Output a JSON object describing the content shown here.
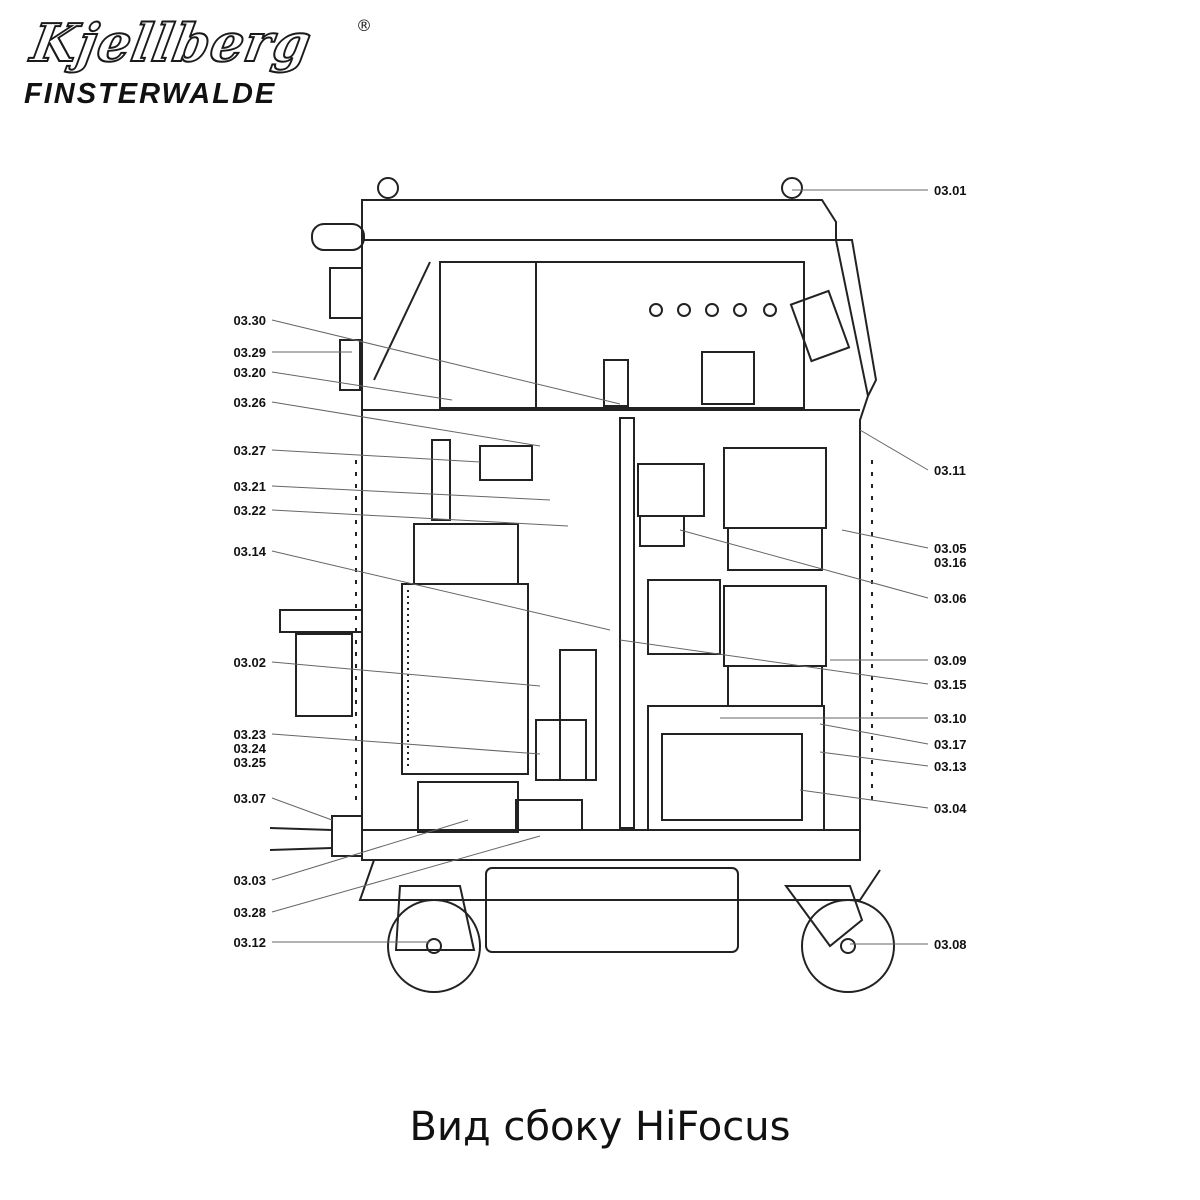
{
  "logo": {
    "brand": "Kjellberg",
    "registered": "®",
    "location": "FINSTERWALDE"
  },
  "caption": "Вид сбоку HiFocus",
  "callouts_left": [
    "03.30",
    "03.29",
    "03.20",
    "03.26",
    "03.27",
    "03.21",
    "03.22",
    "03.14",
    "03.02",
    "03.23",
    "03.24",
    "03.25",
    "03.07",
    "03.03",
    "03.28",
    "03.12"
  ],
  "callouts_right": [
    "03.01",
    "03.11",
    "03.05",
    "03.16",
    "03.06",
    "03.09",
    "03.15",
    "03.10",
    "03.17",
    "03.13",
    "03.04",
    "03.08"
  ]
}
